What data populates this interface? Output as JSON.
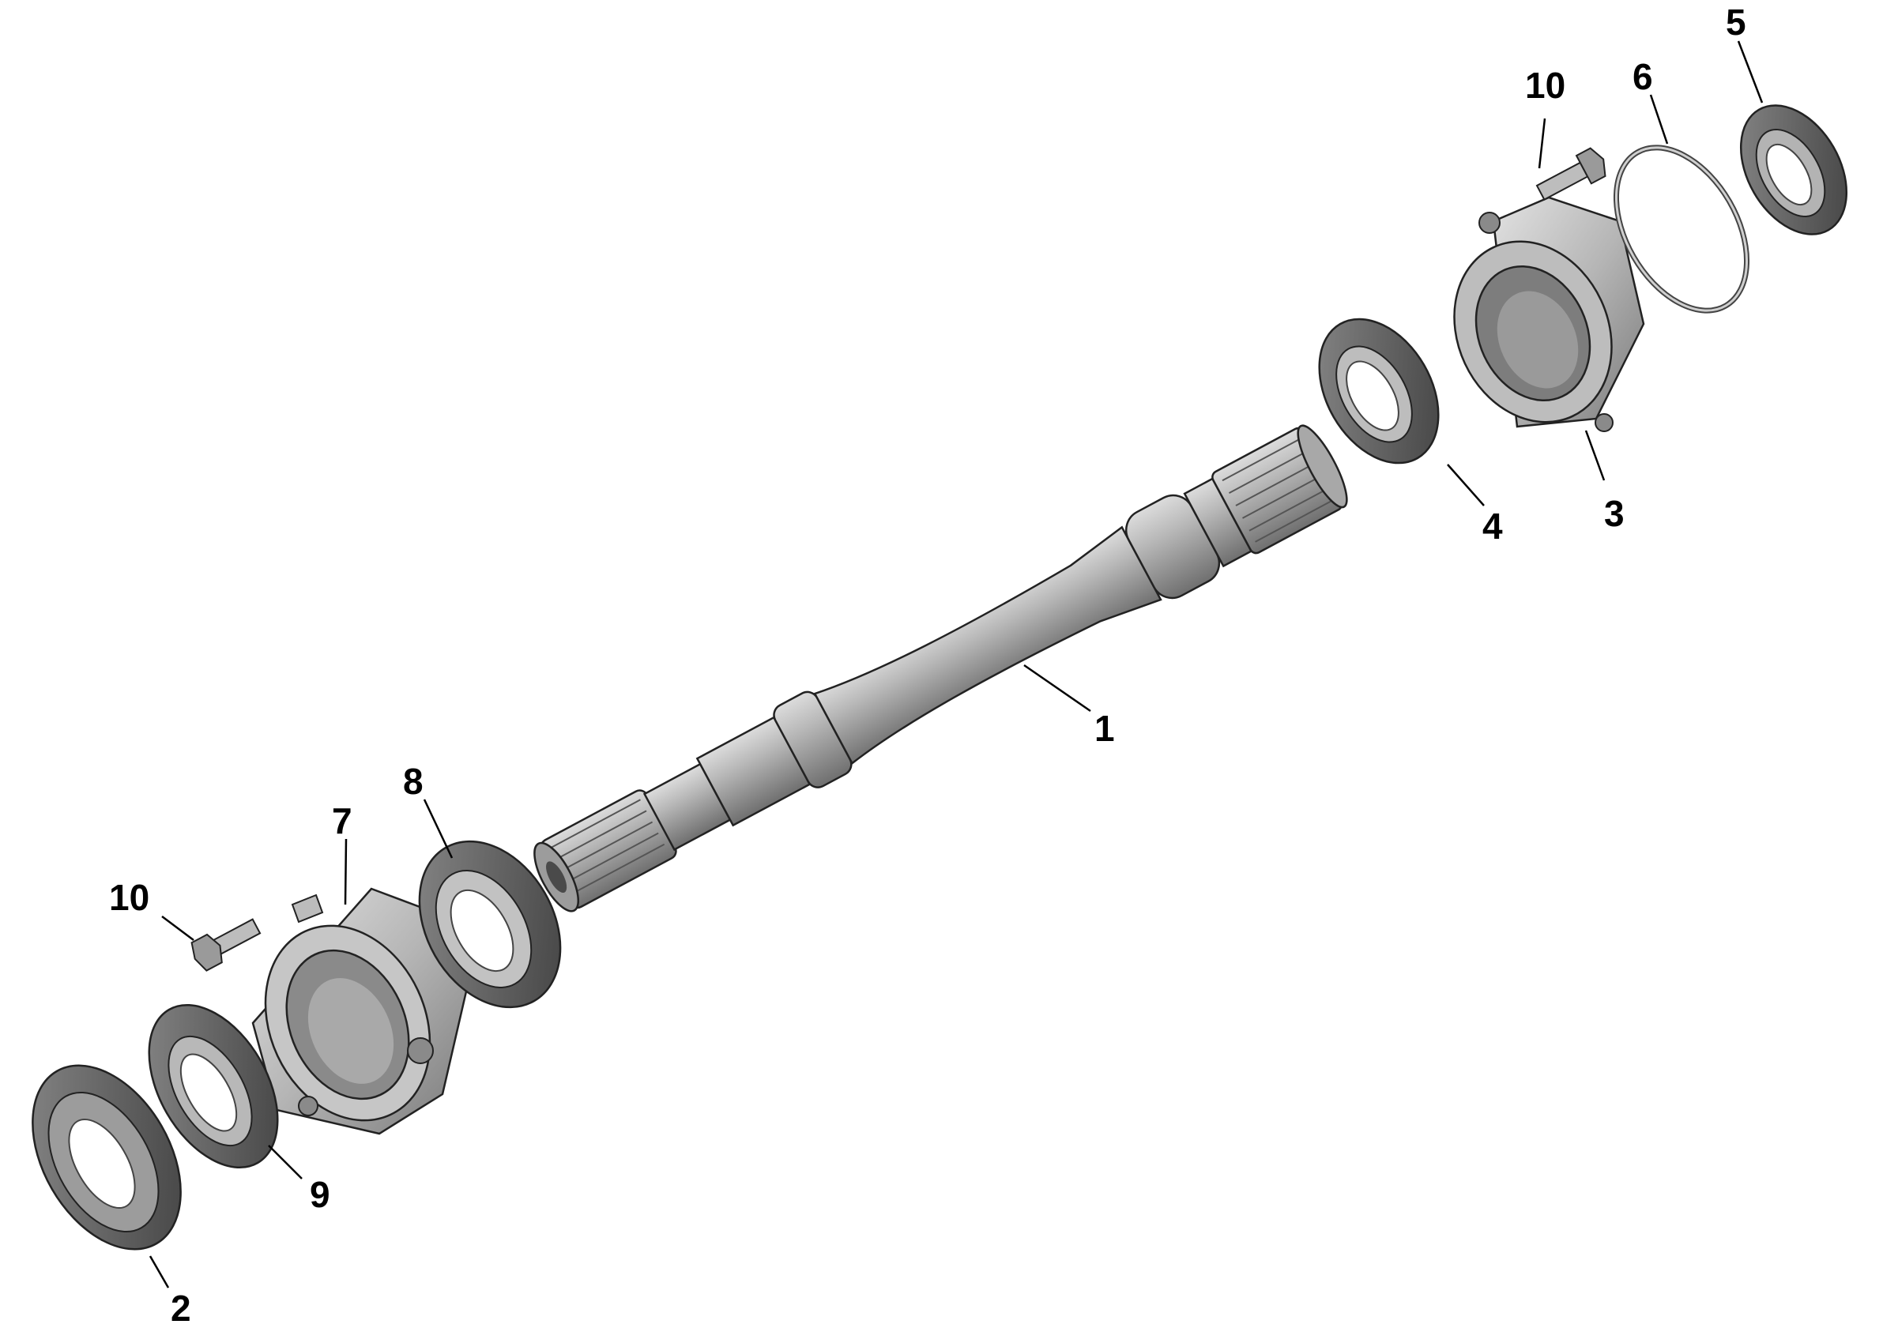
{
  "callouts": [
    {
      "id": "1",
      "label": "1"
    },
    {
      "id": "2",
      "label": "2"
    },
    {
      "id": "3",
      "label": "3"
    },
    {
      "id": "4",
      "label": "4"
    },
    {
      "id": "5",
      "label": "5"
    },
    {
      "id": "6",
      "label": "6"
    },
    {
      "id": "7",
      "label": "7"
    },
    {
      "id": "8",
      "label": "8"
    },
    {
      "id": "9",
      "label": "9"
    },
    {
      "id": "10a",
      "label": "10"
    },
    {
      "id": "10b",
      "label": "10"
    }
  ],
  "colors": {
    "metal_light": "#c9c9c9",
    "metal_mid": "#a3a3a3",
    "metal_dark": "#6e6e6e",
    "seal_dark": "#5a5a5a",
    "outline": "#222222"
  }
}
